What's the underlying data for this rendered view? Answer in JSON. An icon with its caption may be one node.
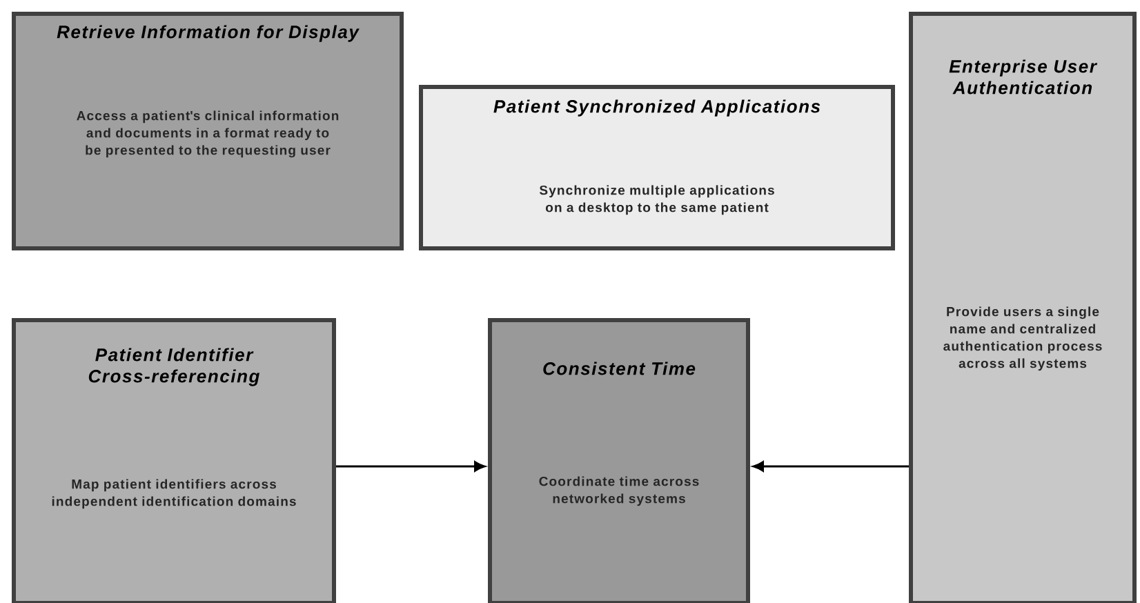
{
  "diagram": {
    "nodes": [
      {
        "text": [
          "Retrieve Information for Display",
          "Access a patient's clinical information and documents in a format ready to be presented to the requesting user"
        ]
      },
      {
        "text": [
          "Patient Synchronized Applications",
          "Synchronize multiple applications on a desktop to the same patient"
        ]
      },
      {
        "text": [
          "Enterprise User Authentication",
          "Provide users a single name and centralized authentication process across all systems"
        ]
      },
      {
        "text": [
          "Patient Identifier Cross-referencing",
          "Map patient identifiers across independent identification domains"
        ]
      },
      {
        "text": [
          "Consistent Time",
          "Coordinate time across networked systems"
        ]
      }
    ],
    "edges": [
      {
        "from": 3,
        "to": 4,
        "arrow": "to"
      },
      {
        "from": 2,
        "to": 4,
        "arrow": "to"
      }
    ]
  }
}
